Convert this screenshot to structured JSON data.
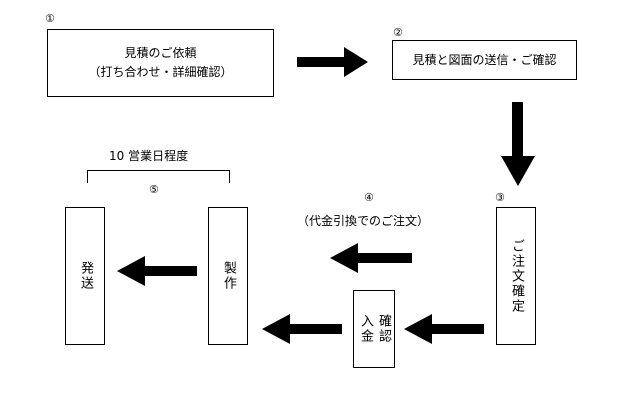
{
  "steps": [
    {
      "number": "①",
      "lines": [
        "見積のご依頼",
        "（打ち合わせ・詳細確認）"
      ]
    },
    {
      "number": "②",
      "lines": [
        "見積と図面の送信・ご確認"
      ]
    },
    {
      "number": "③",
      "text": "ご注文確定"
    },
    {
      "number": "④",
      "note": "（代金引換でのご注文）"
    },
    {
      "number": "⑤",
      "duration": "10 営業日程度"
    }
  ],
  "boxes": {
    "payment": {
      "col1": "入金",
      "col2": "確認"
    },
    "production": "製作",
    "shipping": "発送"
  },
  "colors": {
    "line": "#000000",
    "background": "#ffffff"
  }
}
